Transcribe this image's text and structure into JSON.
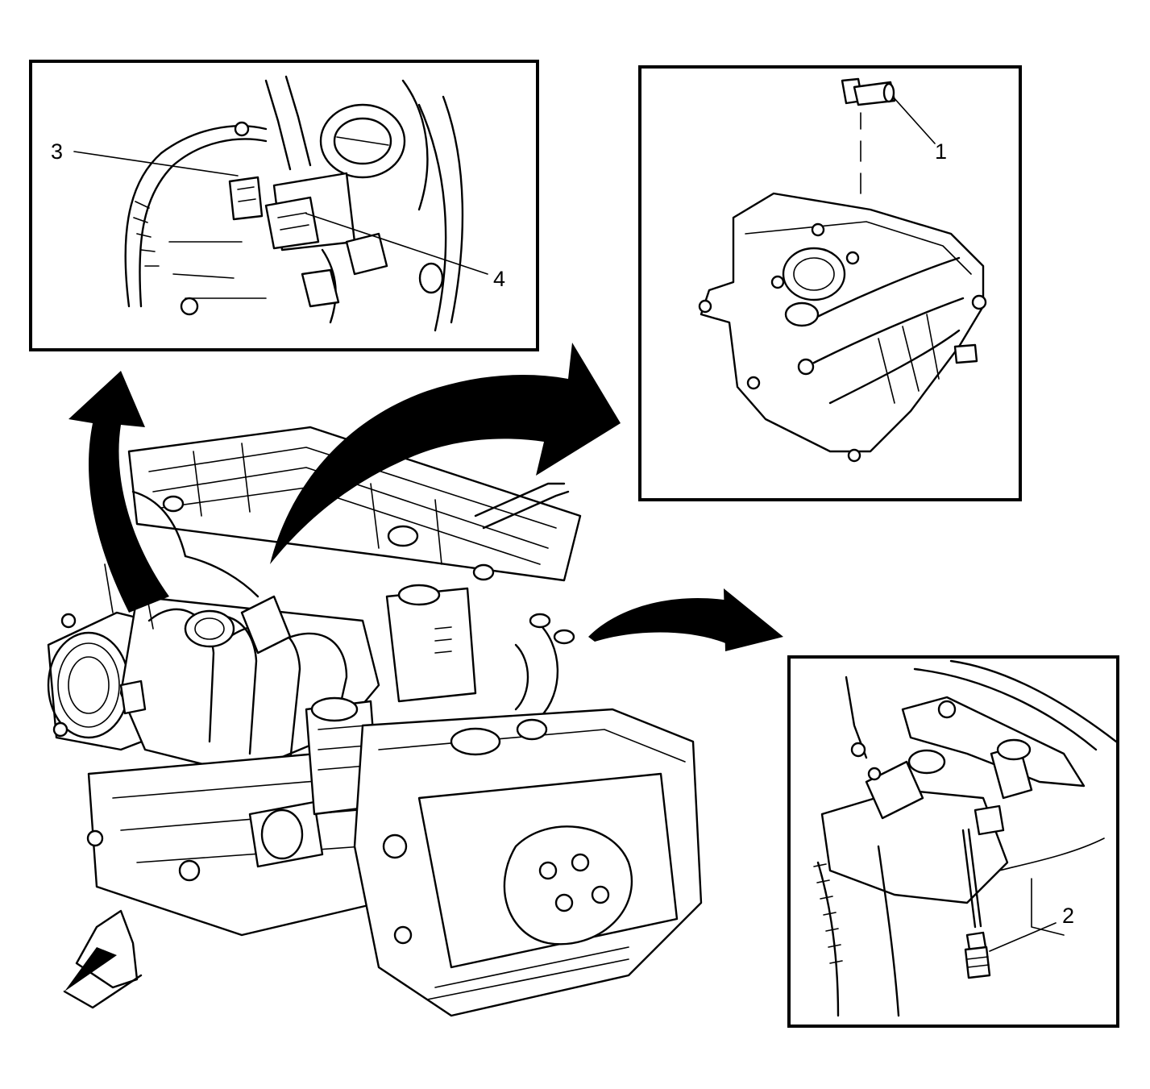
{
  "callouts": {
    "one": "1",
    "two": "2",
    "three": "3",
    "four": "4"
  },
  "icons": {
    "arrow_left_inset": "curved-arrow-icon",
    "arrow_right_top": "curved-arrow-icon",
    "arrow_right_bottom": "curved-arrow-icon",
    "orientation": "front-direction-arrow-icon"
  },
  "colors": {
    "line": "#000000",
    "background": "#ffffff"
  }
}
